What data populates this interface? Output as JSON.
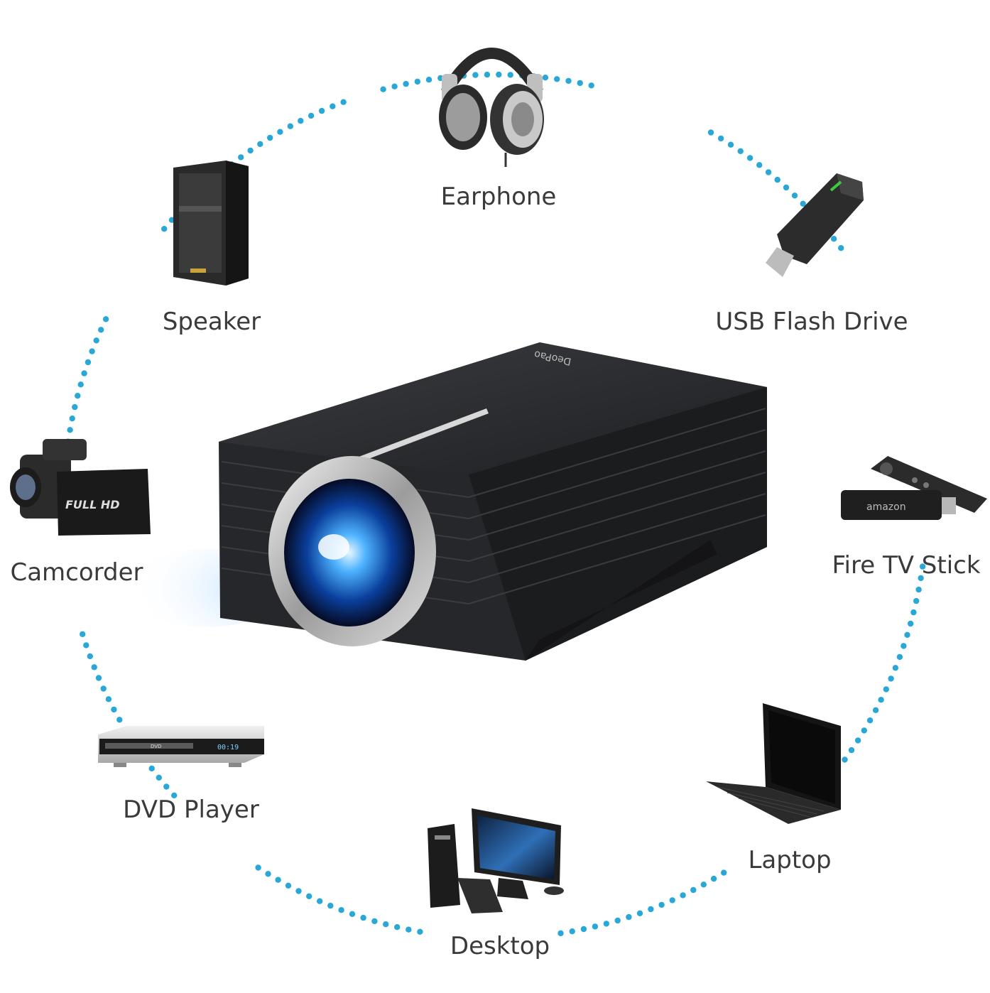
{
  "devices": [
    {
      "key": "earphone",
      "label": "Earphone"
    },
    {
      "key": "speaker",
      "label": "Speaker"
    },
    {
      "key": "usb",
      "label": "USB Flash Drive"
    },
    {
      "key": "camcorder",
      "label": "Camcorder"
    },
    {
      "key": "firetv",
      "label": "Fire TV Stick"
    },
    {
      "key": "dvd",
      "label": "DVD Player"
    },
    {
      "key": "laptop",
      "label": "Laptop"
    },
    {
      "key": "desktop",
      "label": "Desktop"
    }
  ],
  "product_marks": {
    "projector_brand": "DeoPao",
    "camcorder_badge": "FULL HD",
    "firetv_brand": "amazon",
    "dvd_badge": "DVD",
    "dvd_display": "00:19"
  },
  "colors": {
    "dots": "#29a7d6",
    "label": "#3a3a3a",
    "background": "#ffffff"
  }
}
